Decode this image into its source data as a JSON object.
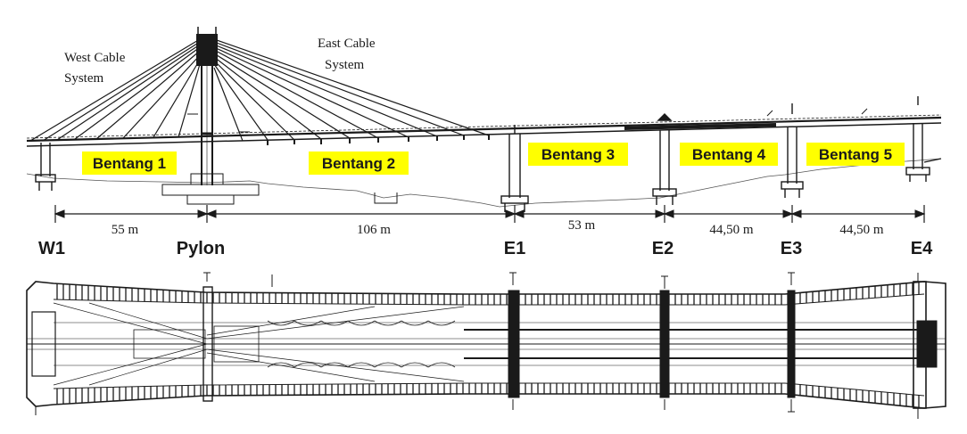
{
  "labels": {
    "west_cable_line1": "West Cable",
    "west_cable_line2": "System",
    "east_cable_line1": "East Cable",
    "east_cable_line2": "System"
  },
  "spans": [
    {
      "label": "Bentang 1"
    },
    {
      "label": "Bentang 2"
    },
    {
      "label": "Bentang 3"
    },
    {
      "label": "Bentang 4"
    },
    {
      "label": "Bentang 5"
    }
  ],
  "dimensions": [
    {
      "value": "55 m"
    },
    {
      "value": "106 m"
    },
    {
      "value": "53 m"
    },
    {
      "value": "44,50 m"
    },
    {
      "value": "44,50 m"
    }
  ],
  "supports": [
    {
      "label": "W1"
    },
    {
      "label": "Pylon"
    },
    {
      "label": "E1"
    },
    {
      "label": "E2"
    },
    {
      "label": "E3"
    },
    {
      "label": "E4"
    }
  ],
  "colors": {
    "highlight": "#ffff00",
    "line": "#1a1a1a",
    "background": "#ffffff"
  }
}
